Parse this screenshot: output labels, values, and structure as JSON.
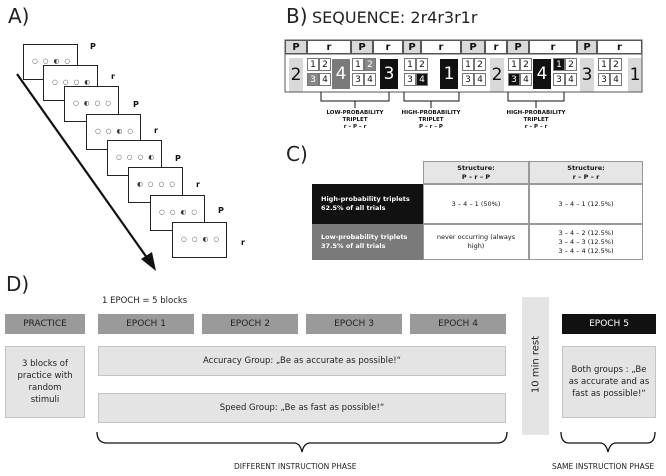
{
  "panel_labels": {
    "a": "A)",
    "b": "B)",
    "c": "C)",
    "d": "D)"
  },
  "panel_a": {
    "screens": [
      {
        "dots": "○ ○ ◐ ○",
        "side": "P"
      },
      {
        "dots": "○ ○ ○ ◐",
        "side": "r"
      },
      {
        "dots": "○ ◐ ○ ○",
        "side": "P"
      },
      {
        "dots": "○ ○ ◐ ○",
        "side": "r"
      },
      {
        "dots": "○ ○ ○ ◐",
        "side": "P"
      },
      {
        "dots": "◐ ○ ○ ○",
        "side": "r"
      },
      {
        "dots": "○ ○ ◐ ○",
        "side": "P"
      },
      {
        "dots": "○ ○ ◐ ○",
        "side": "r"
      }
    ]
  },
  "panel_b": {
    "title": "SEQUENCE: 2r4r3r1r",
    "header_cells": [
      "P",
      "r",
      "P",
      "r",
      "P",
      "r",
      "P",
      "r",
      "P",
      "r",
      "P",
      "r"
    ],
    "big_numbers": [
      "2",
      "4",
      "3",
      "1",
      "2",
      "4",
      "3",
      "1"
    ],
    "triplet_low": {
      "line1": "LOW-PROBABILITY",
      "line2": "TRIPLET",
      "line3": "r – P – r"
    },
    "triplet_high_1": {
      "line1": "HIGH-PROBABILITY",
      "line2": "TRIPLET",
      "line3": "P – r – P"
    },
    "triplet_high_2": {
      "line1": "HIGH-PROBABILITY",
      "line2": "TRIPLET",
      "line3": "r – P – r"
    }
  },
  "panel_c": {
    "col1_header": {
      "line1": "Structure:",
      "line2": "P – r – P"
    },
    "col2_header": {
      "line1": "Structure:",
      "line2": "r – P – r"
    },
    "row_high": {
      "line1": "High-probability triplets",
      "line2": "62.5% of all trials",
      "c1": "3 – 4 – 1 (50%)",
      "c2": "3 – 4 – 1 (12.5%)"
    },
    "row_low": {
      "line1": "Low-probability triplets",
      "line2": "37.5% of all trials",
      "c1_line1": "never occurring (always",
      "c1_line2": "high)",
      "c2_lines": [
        "3 – 4 – 2 (12.5%)",
        "3 – 4 – 3 (12.5%)",
        "3 – 4 – 4 (12.5%)"
      ]
    }
  },
  "panel_d": {
    "epoch_note": "1 EPOCH = 5 blocks",
    "practice": "PRACTICE",
    "epochs": [
      "EPOCH 1",
      "EPOCH 2",
      "EPOCH 3",
      "EPOCH 4"
    ],
    "epoch5": "EPOCH 5",
    "practice_desc": {
      "line1": "3 blocks of",
      "line2": "practice with",
      "line3": "random",
      "line4": "stimuli"
    },
    "accuracy": "Accuracy  Group:  „Be as accurate as possible!“",
    "speed": "Speed Group:  „Be as fast as possible!“",
    "rest": "10 min rest",
    "both_groups": {
      "line1": "Both  groups : „Be",
      "line2": "as accurate and as",
      "line3": "fast as possible!“"
    },
    "different_phase": "DIFFERENT INSTRUCTION PHASE",
    "same_phase": "SAME INSTRUCTION PHASE"
  },
  "colors": {
    "dark": "#111111",
    "mid_gray": "#7a7a7a",
    "light_gray": "#d9d9d9",
    "epoch_gray": "#9a9a9a",
    "box_gray": "#e4e4e4"
  }
}
